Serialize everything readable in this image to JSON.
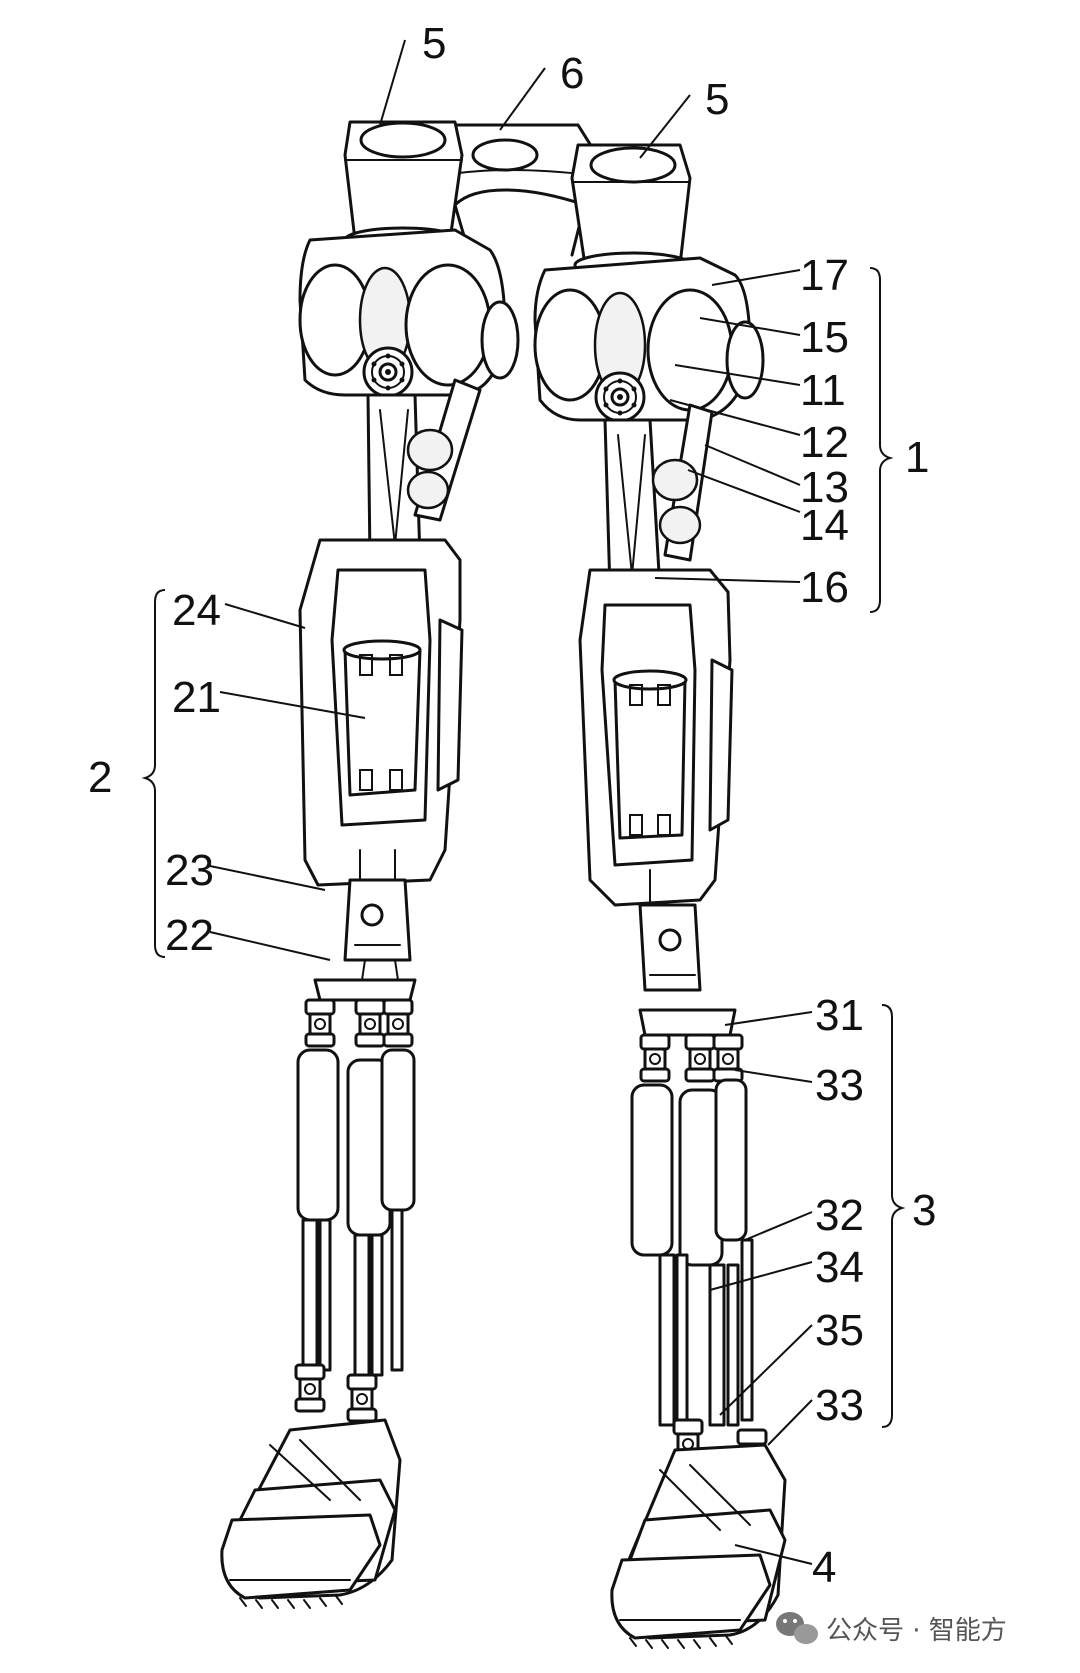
{
  "labels": {
    "l5a": "5",
    "l6": "6",
    "l5b": "5",
    "l17": "17",
    "l15": "15",
    "l11": "11",
    "l12": "12",
    "l13": "13",
    "l14": "14",
    "l16": "16",
    "l1": "1",
    "l24": "24",
    "l21": "21",
    "l2": "2",
    "l23": "23",
    "l22": "22",
    "l31": "31",
    "l33a": "33",
    "l32": "32",
    "l3": "3",
    "l34": "34",
    "l35": "35",
    "l33b": "33",
    "l4": "4"
  },
  "watermark": {
    "text": "公众号 · 智能方",
    "icon": "wechat-icon"
  }
}
